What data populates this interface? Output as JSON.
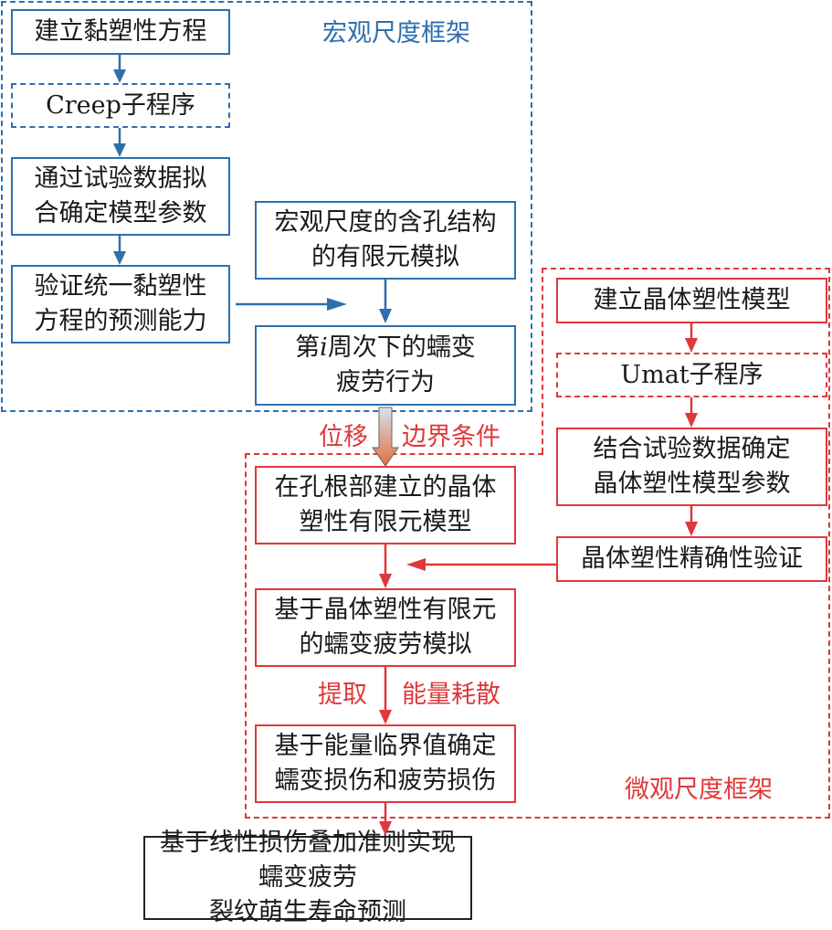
{
  "colors": {
    "blue": "#2e6fad",
    "red": "#e0383a",
    "black": "#222222",
    "gradient_top": "#d8e2f0",
    "gradient_bottom": "#e0703a"
  },
  "macro_frame": {
    "label": "宏观尺度框架"
  },
  "micro_frame": {
    "label": "微观尺度框架"
  },
  "macro_boxes": {
    "b1": "建立黏塑性方程",
    "b2": "Creep子程序",
    "b3_l1": "通过试验数据拟",
    "b3_l2": "合确定模型参数",
    "b4_l1": "验证统一黏塑性",
    "b4_l2": "方程的预测能力",
    "b5_l1": "宏观尺度的含孔结构",
    "b5_l2": "的有限元模拟",
    "b6_pre": "第",
    "b6_i": "i",
    "b6_post": "周次下的蠕变",
    "b6_l2": "疲劳行为"
  },
  "transfer_labels": {
    "left": "位移",
    "right": "边界条件"
  },
  "micro_right": {
    "r1": "建立晶体塑性模型",
    "r2": "Umat子程序",
    "r3_l1": "结合试验数据确定",
    "r3_l2": "晶体塑性模型参数",
    "r4": "晶体塑性精确性验证"
  },
  "micro_center": {
    "c1_l1": "在孔根部建立的晶体",
    "c1_l2": "塑性有限元模型",
    "c2_l1": "基于晶体塑性有限元",
    "c2_l2": "的蠕变疲劳模拟",
    "c3_l1": "基于能量临界值确定",
    "c3_l2": "蠕变损伤和疲劳损伤"
  },
  "extract_labels": {
    "left": "提取",
    "right": "能量耗散"
  },
  "final_box": {
    "l1": "基于线性损伤叠加准则实现蠕变疲劳",
    "l2": "裂纹萌生寿命预测"
  }
}
